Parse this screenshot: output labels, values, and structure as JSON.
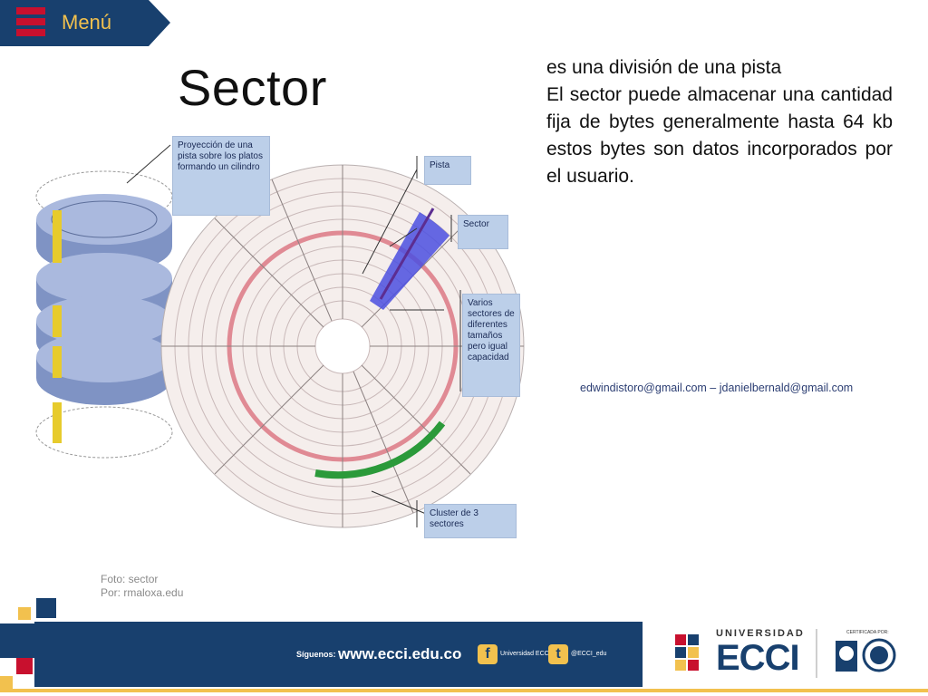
{
  "menu": {
    "label": "Menú",
    "icon": "hamburger-menu-icon"
  },
  "slide": {
    "title": "Sector",
    "paragraphs": [
      "es una división de una pista",
      "El sector puede almacenar una cantidad fija de bytes generalmente hasta 64 kb estos bytes son datos incorporados por el usuario."
    ],
    "emails": "edwindistoro@gmail.com – jdanielbernald@gmail.com"
  },
  "figure": {
    "callouts": {
      "cylinder": "Proyección de una pista sobre los platos formando un cilindro",
      "track": "Pista",
      "sector": "Sector",
      "various": "Varios sectores de diferentes tamaños pero igual capacidad",
      "cluster": "Cluster de 3 sectores"
    }
  },
  "caption": {
    "line1": "Foto: sector",
    "line2": "Por:  rmaloxa.edu"
  },
  "footer": {
    "follow": "Síguenos:",
    "website": "www.ecci.edu.co",
    "facebook": "Universidad ECCI",
    "twitter": "@ECCI_edu",
    "logo_small": "UNIVERSIDAD",
    "logo_big": "ECCI",
    "certified": "CERTIFICADA POR:"
  },
  "colors": {
    "navy": "#18406e",
    "red": "#c8102e",
    "gold": "#f2c14e"
  }
}
